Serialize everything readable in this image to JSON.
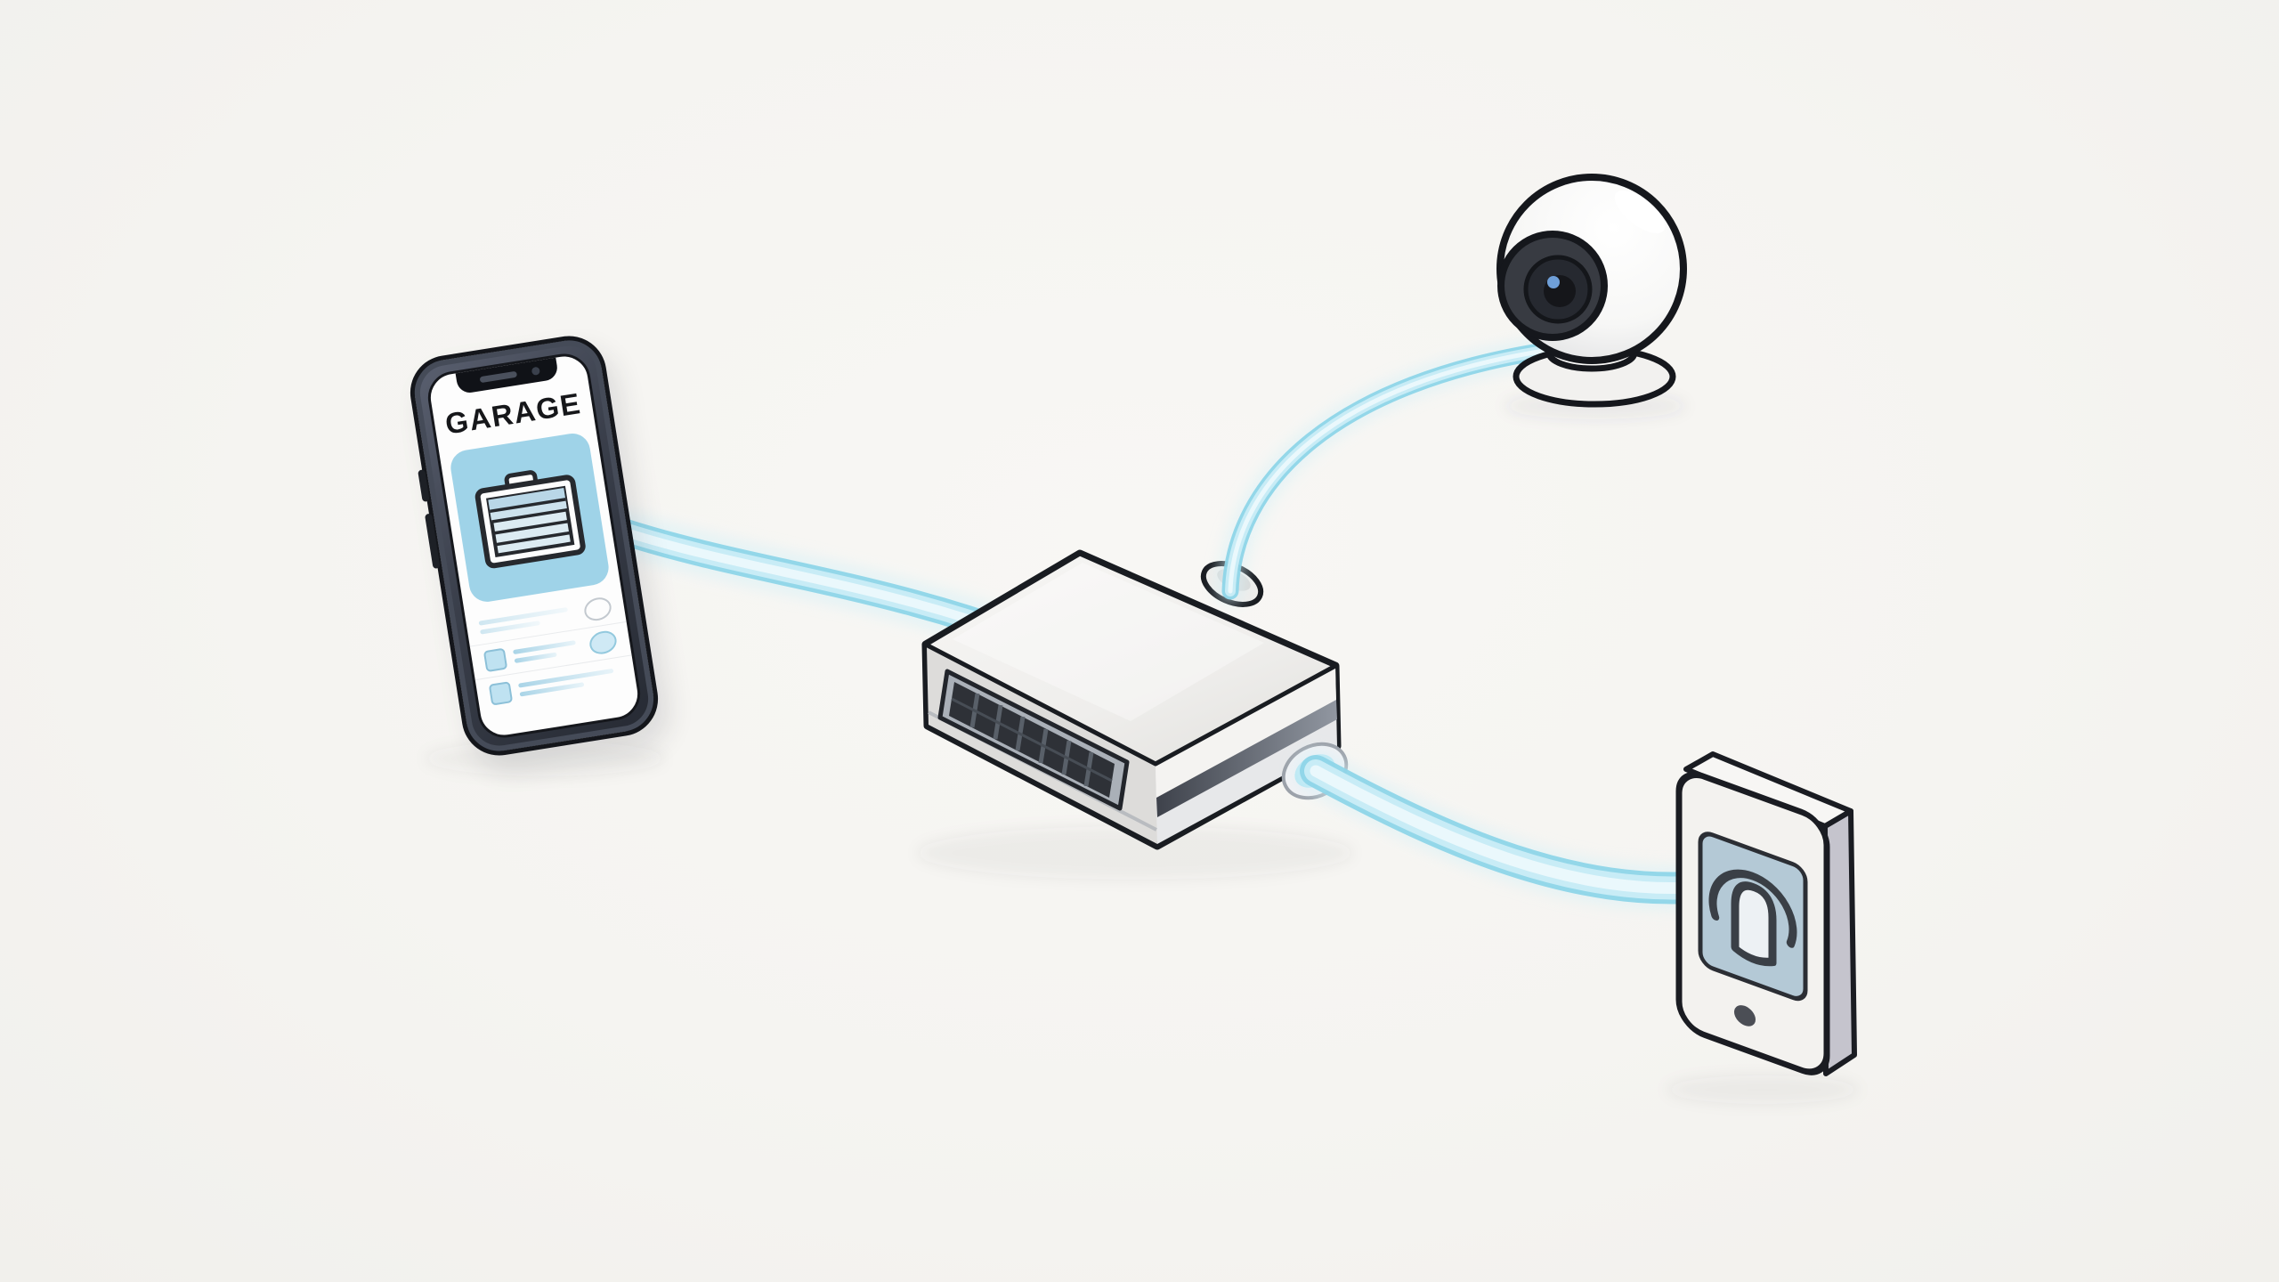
{
  "scene": {
    "title": "smart-home-connectivity-illustration",
    "background_color": "#f5f4f1",
    "outline_color": "#191c21",
    "beam_glow_color": "#d6f1f8",
    "beam_edge_color": "#8ed5e8",
    "beam_core_color": "#c8ecf6",
    "beam_inner_color": "#ecf9fc"
  },
  "phone": {
    "app_title": "GARAGE",
    "frame_color": "#3a3f4b",
    "screen_color": "#fdfdfd",
    "card_color": "#9fd3e8",
    "door_slat_tint": "#b9d7e7",
    "list": {
      "row_count": 3,
      "checkbox_color": "#bfe2f1",
      "toggle_fill_color": "#cfe9f5"
    }
  },
  "hub": {
    "body_color": "#eceae7",
    "left_face_color": "#dddcda",
    "right_face_color": "#e7e8ea",
    "vent_color": "#2e3137",
    "vent_frame_color": "#aab0b8",
    "stripe_dark_color": "#3e424b",
    "port_glow_color": "#b5e6f3"
  },
  "camera": {
    "body_color": "#ffffff",
    "lens_color": "#383b42",
    "lens_ring_color": "#262930",
    "pupil_color": "#15161a",
    "lens_dot_color": "#6f9fd8",
    "base_color": "#f2f1ef"
  },
  "doorbell": {
    "body_color": "#f3f2ef",
    "side_color": "#c5c4cd",
    "panel_color": "#b4c9d6",
    "icon_color": "#3a3f46",
    "icon_fill_color": "#edf1f4",
    "button_color": "#4b4e55"
  },
  "connections": [
    {
      "from": "smartphone",
      "to": "hub"
    },
    {
      "from": "hub",
      "to": "camera"
    },
    {
      "from": "hub",
      "to": "doorbell"
    }
  ]
}
